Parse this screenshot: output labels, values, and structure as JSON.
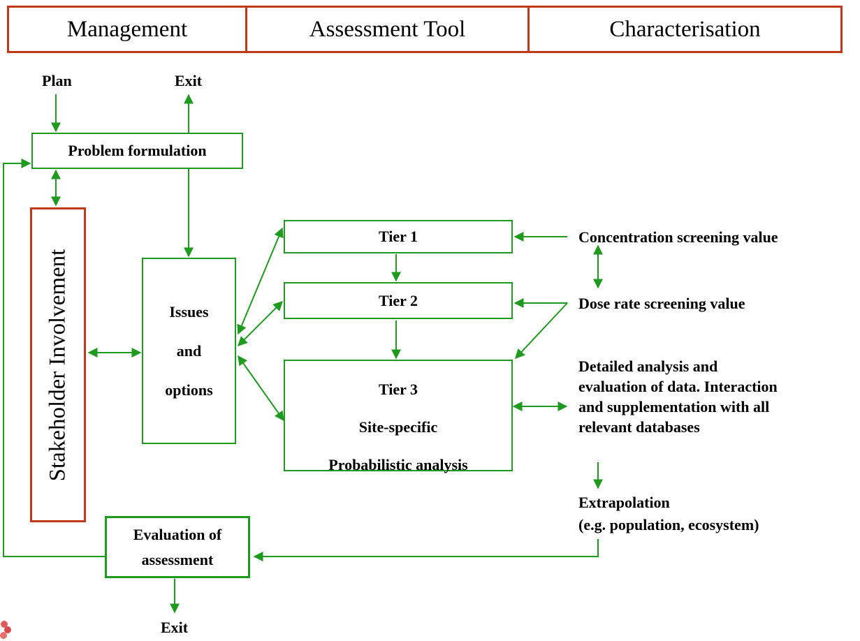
{
  "header": {
    "management": "Management",
    "assessment_tool": "Assessment Tool",
    "characterisation": "Characterisation"
  },
  "labels": {
    "plan": "Plan",
    "exit_top": "Exit",
    "exit_bottom": "Exit"
  },
  "boxes": {
    "problem_formulation": "Problem formulation",
    "stakeholder_involvement": "Stakeholder Involvement",
    "issues_line1": "Issues",
    "issues_line2": "and",
    "issues_line3": "options",
    "tier1": "Tier 1",
    "tier2": "Tier 2",
    "tier3_line1": "Tier 3",
    "tier3_line2": "Site-specific",
    "tier3_line3": "Probabilistic analysis",
    "evaluation_line1": "Evaluation of",
    "evaluation_line2": "assessment"
  },
  "side_text": {
    "concentration_screening": "Concentration screening value",
    "dose_rate_screening": "Dose rate screening value",
    "detailed_line1": "Detailed analysis and",
    "detailed_line2": "evaluation of data. Interaction",
    "detailed_line3": "and supplementation with all",
    "detailed_line4": "relevant databases",
    "extrapolation_line1": "Extrapolation",
    "extrapolation_line2": "(e.g. population, ecosystem)"
  },
  "colors": {
    "flow_green": "#1e9b1e",
    "header_red": "#c0391b"
  }
}
